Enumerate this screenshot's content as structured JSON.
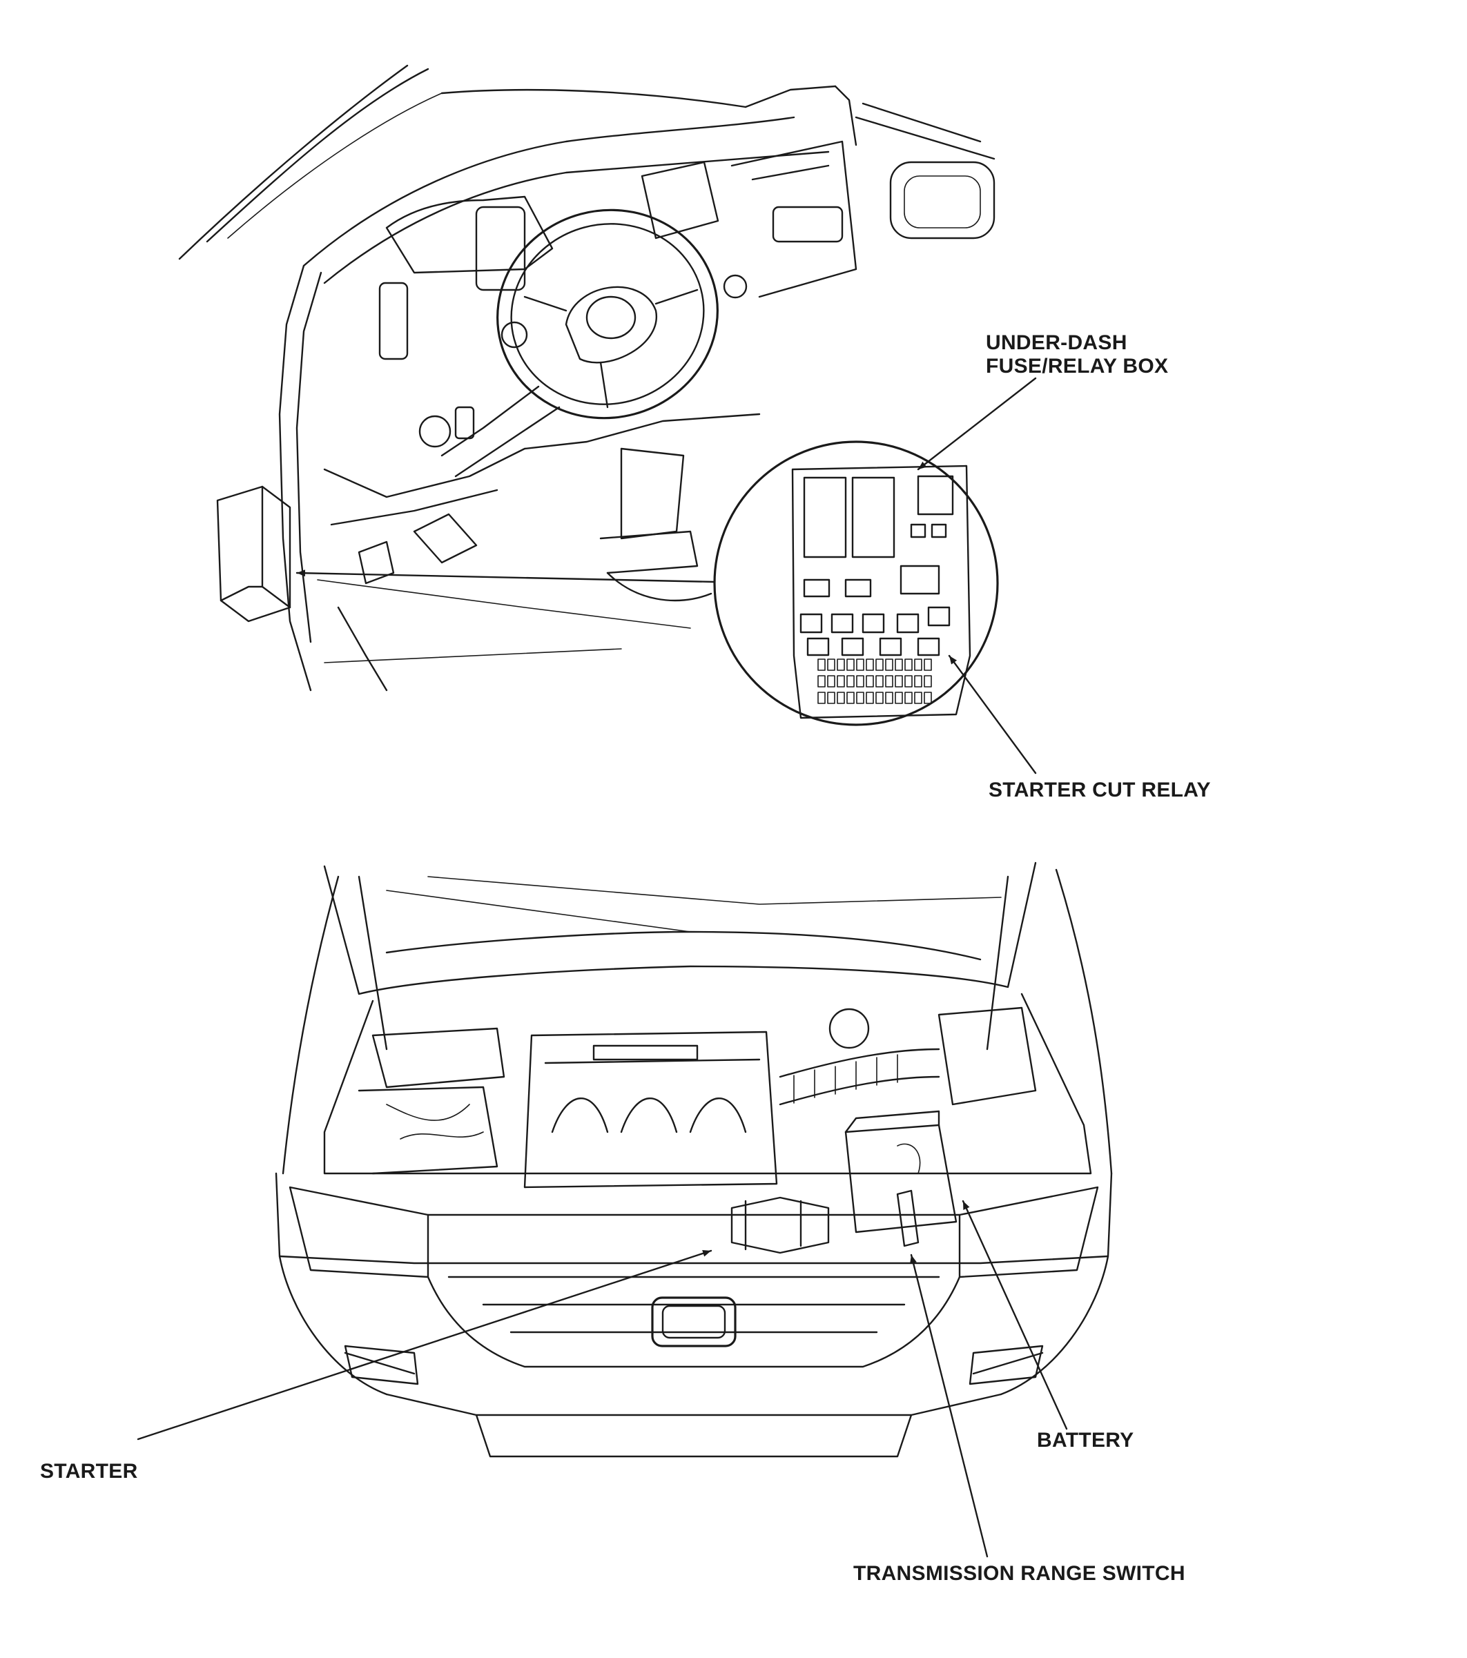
{
  "labels": {
    "under_dash_line1": "UNDER-DASH",
    "under_dash_line2": "FUSE/RELAY BOX",
    "starter_cut_relay": "STARTER CUT RELAY",
    "starter": "STARTER",
    "battery": "BATTERY",
    "transmission_range_switch": "TRANSMISSION RANGE SWITCH"
  }
}
